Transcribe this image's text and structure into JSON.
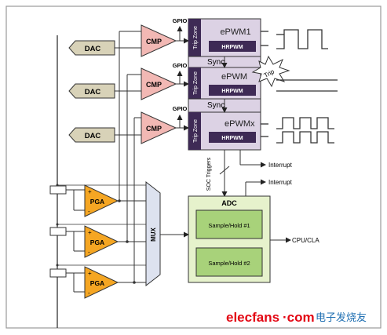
{
  "blocks": {
    "dac": [
      "DAC",
      "DAC",
      "DAC"
    ],
    "cmp": [
      "CMP",
      "CMP",
      "CMP"
    ],
    "pga": [
      "PGA",
      "PGA",
      "PGA"
    ],
    "gpio": [
      "GPIO",
      "GPIO",
      "GPIO"
    ],
    "trip_zone": "Trip Zone",
    "epwm": [
      "ePWM1",
      "ePWM",
      "ePWMx"
    ],
    "hrpwm": "HRPWM",
    "sync": [
      "Sync",
      "Sync"
    ],
    "trip": "Trip",
    "mux": "MUX",
    "adc": "ADC",
    "sample_hold_1": "Sample/Hold #1",
    "sample_hold_2": "Sample/Hold #2",
    "soc_triggers": "SOC Triggers",
    "interrupt": [
      "Interrupt",
      "Interrupt"
    ],
    "cpu_cla": "CPU/CLA",
    "plus": "+",
    "minus": "-"
  },
  "watermark": {
    "site": "elecfans",
    "dotcom": "·com",
    "chinese": "电子发烧友"
  },
  "colors": {
    "dac_fill": "#d8d2b8",
    "cmp_fill": "#f2b8b4",
    "pga_fill": "#f5a623",
    "epwm_fill": "#dcd2e4",
    "trip_fill": "#3e2a55",
    "adc_fill": "#e6f2cc",
    "sh_fill": "#a8d27a",
    "watermark_red": "#e30613",
    "watermark_blue": "#1f6fb2"
  }
}
